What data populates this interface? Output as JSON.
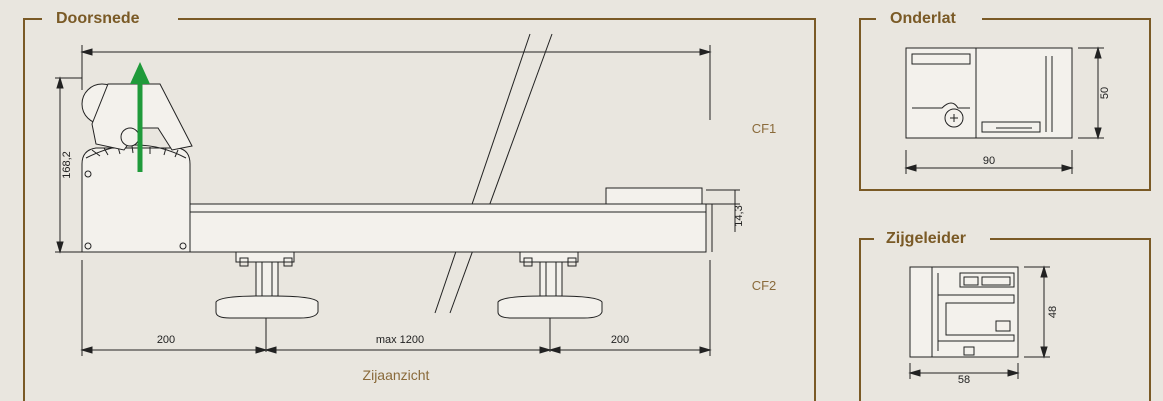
{
  "panels": {
    "doorsnede": {
      "title": "Doorsnede"
    },
    "onderlat": {
      "title": "Onderlat"
    },
    "zijgeleider": {
      "title": "Zijgeleider"
    }
  },
  "doorsnede": {
    "height_dim": "168,2",
    "bar_height_dim": "14,3",
    "dim_left": "200",
    "dim_middle": "max 1200",
    "dim_right": "200",
    "cf1": "CF1",
    "cf2": "CF2",
    "view_label": "Zijaanzicht"
  },
  "onderlat": {
    "width_dim": "90",
    "height_dim": "50"
  },
  "zijgeleider": {
    "width_dim": "58",
    "height_dim": "48"
  },
  "colors": {
    "frame": "#7a5a26",
    "arrow": "#1f9a3a",
    "line": "#222222",
    "background": "#e9e6df"
  }
}
